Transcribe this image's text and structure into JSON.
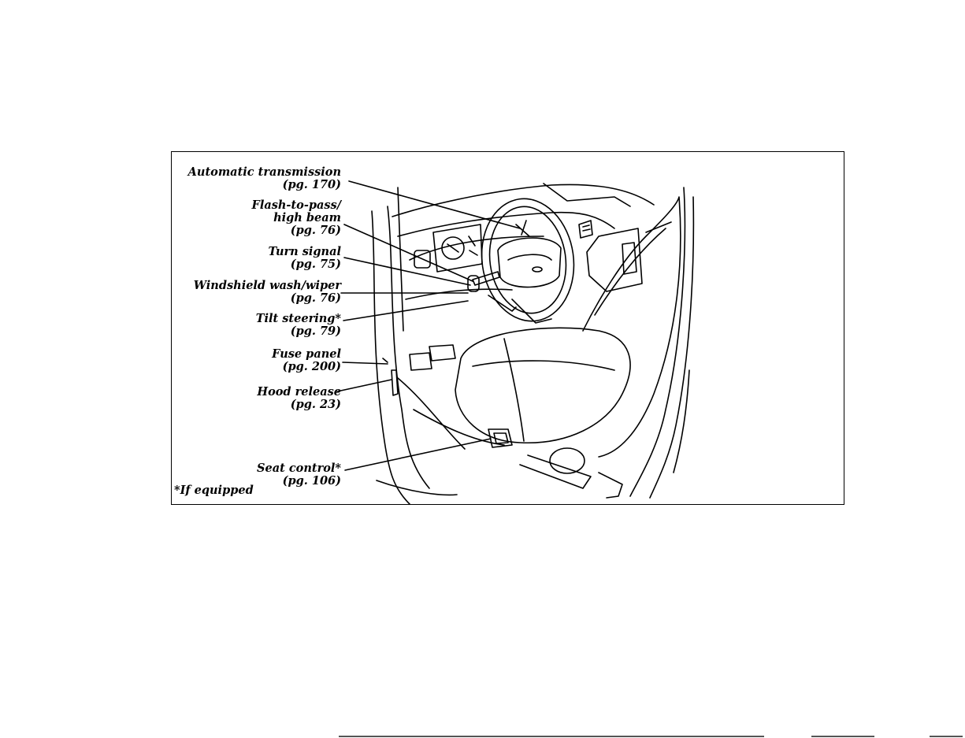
{
  "callouts": [
    {
      "name": "Automatic transmission",
      "page": "(pg. 170)"
    },
    {
      "name": "Flash-to-pass/",
      "name2": "high beam",
      "page": "(pg. 76)"
    },
    {
      "name": "Turn signal",
      "page": "(pg. 75)"
    },
    {
      "name": "Windshield wash/wiper",
      "page": "(pg. 76)"
    },
    {
      "name": "Tilt steering*",
      "page": "(pg. 79)"
    },
    {
      "name": "Fuse panel",
      "page": "(pg. 200)"
    },
    {
      "name": "Hood release",
      "page": "(pg. 23)"
    },
    {
      "name": "Seat control*",
      "page": "(pg. 106)"
    }
  ],
  "footnote": "*If equipped",
  "colors": {
    "ink": "#000000",
    "background": "#ffffff"
  }
}
